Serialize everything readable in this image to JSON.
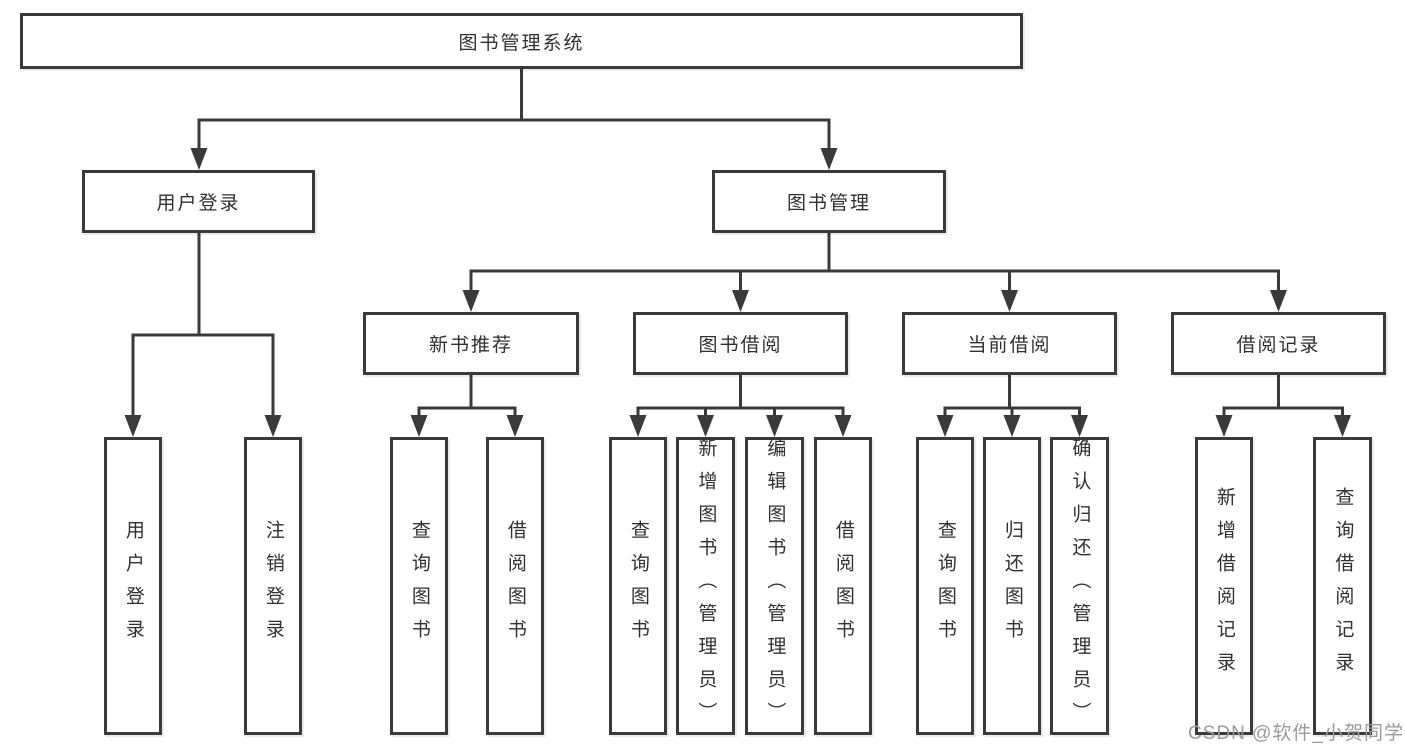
{
  "diagram": {
    "tree": {
      "root": "图书管理系统",
      "children": [
        {
          "label": "用户登录",
          "children": [
            "用户登录",
            "注销登录"
          ]
        },
        {
          "label": "图书管理",
          "children": [
            {
              "label": "新书推荐",
              "children": [
                "查询图书",
                "借阅图书"
              ]
            },
            {
              "label": "图书借阅",
              "children": [
                "查询图书",
                "新增图书（管理员）",
                "编辑图书（管理员）",
                "借阅图书"
              ]
            },
            {
              "label": "当前借阅",
              "children": [
                "查询图书",
                "归还图书",
                "确认归还（管理员）"
              ]
            },
            {
              "label": "借阅记录",
              "children": [
                "新增借阅记录",
                "查询借阅记录"
              ]
            }
          ]
        }
      ]
    },
    "watermark": "CSDN @软件_小贺同学",
    "colors": {
      "line": "#3a3a3a",
      "text": "#303030",
      "watermark": "#9a9a9a",
      "background": "#ffffff"
    }
  }
}
